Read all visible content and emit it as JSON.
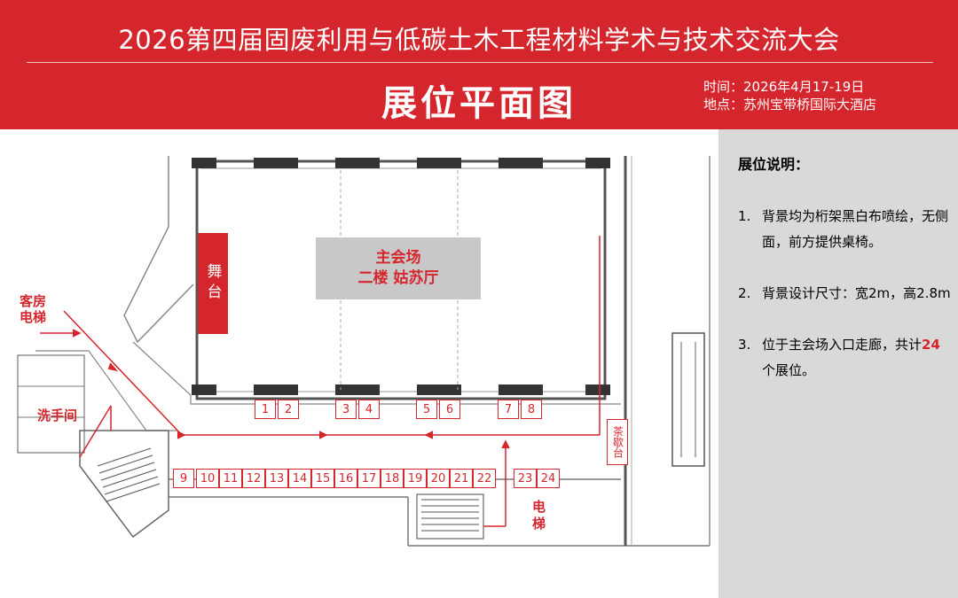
{
  "header": {
    "conference_title": "2026第四届固废利用与低碳土木工程材料学术与技术交流大会",
    "plan_title": "展位平面图",
    "time": "时间：2026年4月17-19日",
    "venue": "地点：苏州宝带桥国际大酒店"
  },
  "map": {
    "stage": "舞台",
    "main_hall_line1": "主会场",
    "main_hall_line2": "二楼 姑苏厅",
    "guest_elevator_line1": "客房",
    "guest_elevator_line2": "电梯",
    "restroom": "洗手间",
    "tea_break": "茶歇台",
    "elevator": "电梯",
    "booths": [
      "1",
      "2",
      "3",
      "4",
      "5",
      "6",
      "7",
      "8",
      "9",
      "10",
      "11",
      "12",
      "13",
      "14",
      "15",
      "16",
      "17",
      "18",
      "19",
      "20",
      "21",
      "22",
      "23",
      "24"
    ]
  },
  "sidebar": {
    "heading": "展位说明：",
    "notes": [
      {
        "num": "1.",
        "text": "背景均为桁架黑白布喷绘，无侧面，前方提供桌椅。"
      },
      {
        "num": "2.",
        "text": "背景设计尺寸：宽2m，高2.8m"
      },
      {
        "num": "3.",
        "pre": "位于主会场入口走廊，共计",
        "highlight": "24",
        "post": "个展位。"
      }
    ]
  },
  "colors": {
    "brand_red": "#d4262c",
    "sidebar_gray": "#d9d9d9",
    "hall_gray": "#c8c8c8"
  }
}
